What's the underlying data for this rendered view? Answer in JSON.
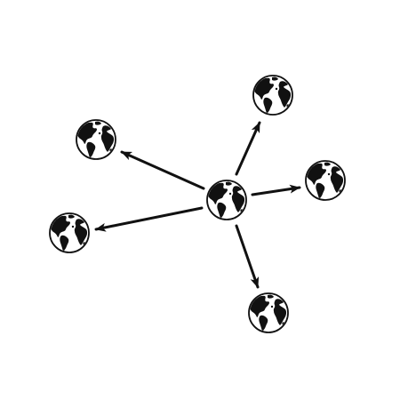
{
  "diagram": {
    "center_node": {
      "icon": "globe-icon"
    },
    "outer_nodes": [
      {
        "icon": "globe-icon",
        "direction": "upper-right"
      },
      {
        "icon": "globe-icon",
        "direction": "upper-left"
      },
      {
        "icon": "globe-icon",
        "direction": "right"
      },
      {
        "icon": "globe-icon",
        "direction": "left"
      },
      {
        "icon": "globe-icon",
        "direction": "down"
      }
    ],
    "connection_style": "arrows pointing outward from center globe",
    "colors": {
      "ink": "#111111",
      "background": "#ffffff"
    }
  }
}
